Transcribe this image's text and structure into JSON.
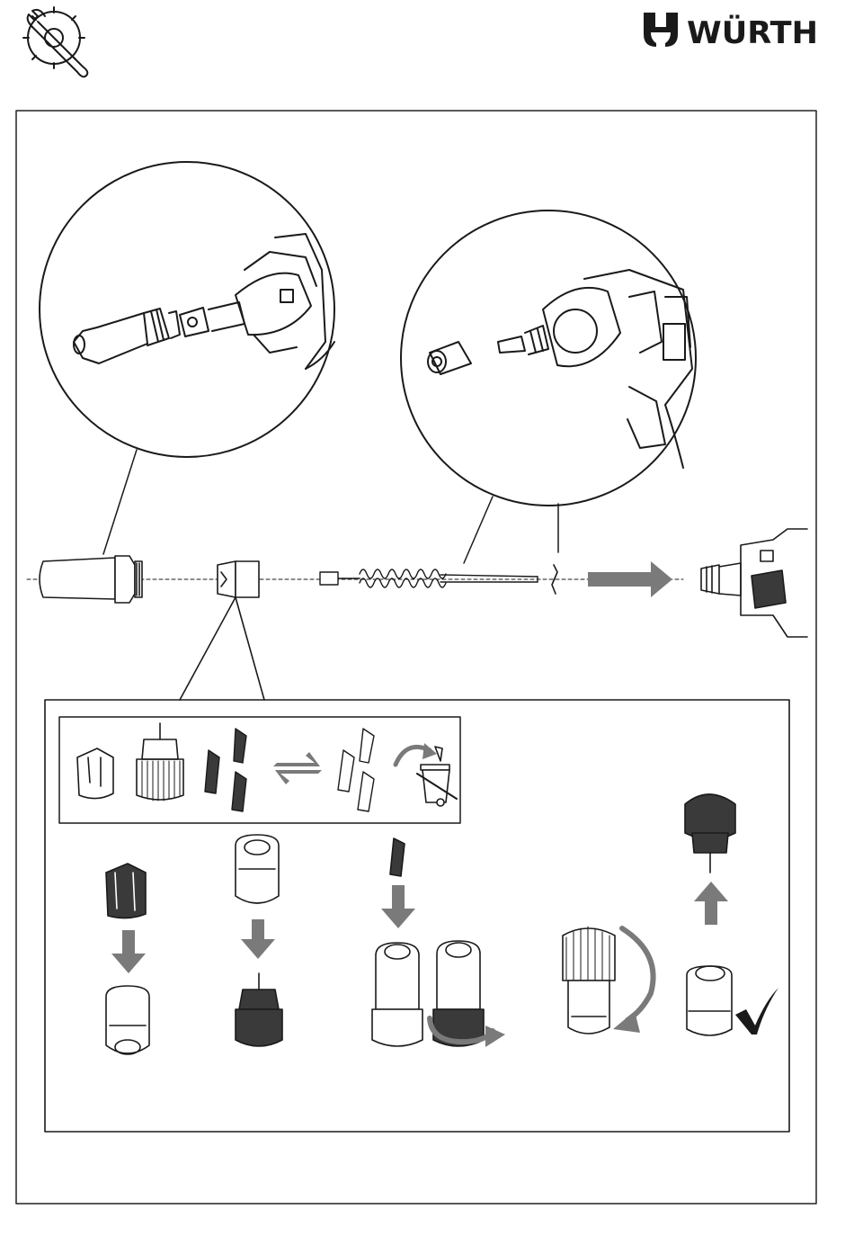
{
  "brand": {
    "name": "WÜRTH"
  },
  "header": {
    "icon": "service-gear-wrench-icon"
  },
  "colors": {
    "ink": "#1a1a1a",
    "arrow": "#7a7a7a",
    "frame": "#222222",
    "dark_part": "#3a3a3a"
  },
  "diagram": {
    "type": "exploded-assembly-instructions",
    "detail_views": [
      "nosepiece-detail",
      "tool-head-detail"
    ],
    "steps": [
      "jaws-replacement",
      "jaw-insert",
      "screw-on",
      "tighten",
      "result-ok"
    ]
  }
}
